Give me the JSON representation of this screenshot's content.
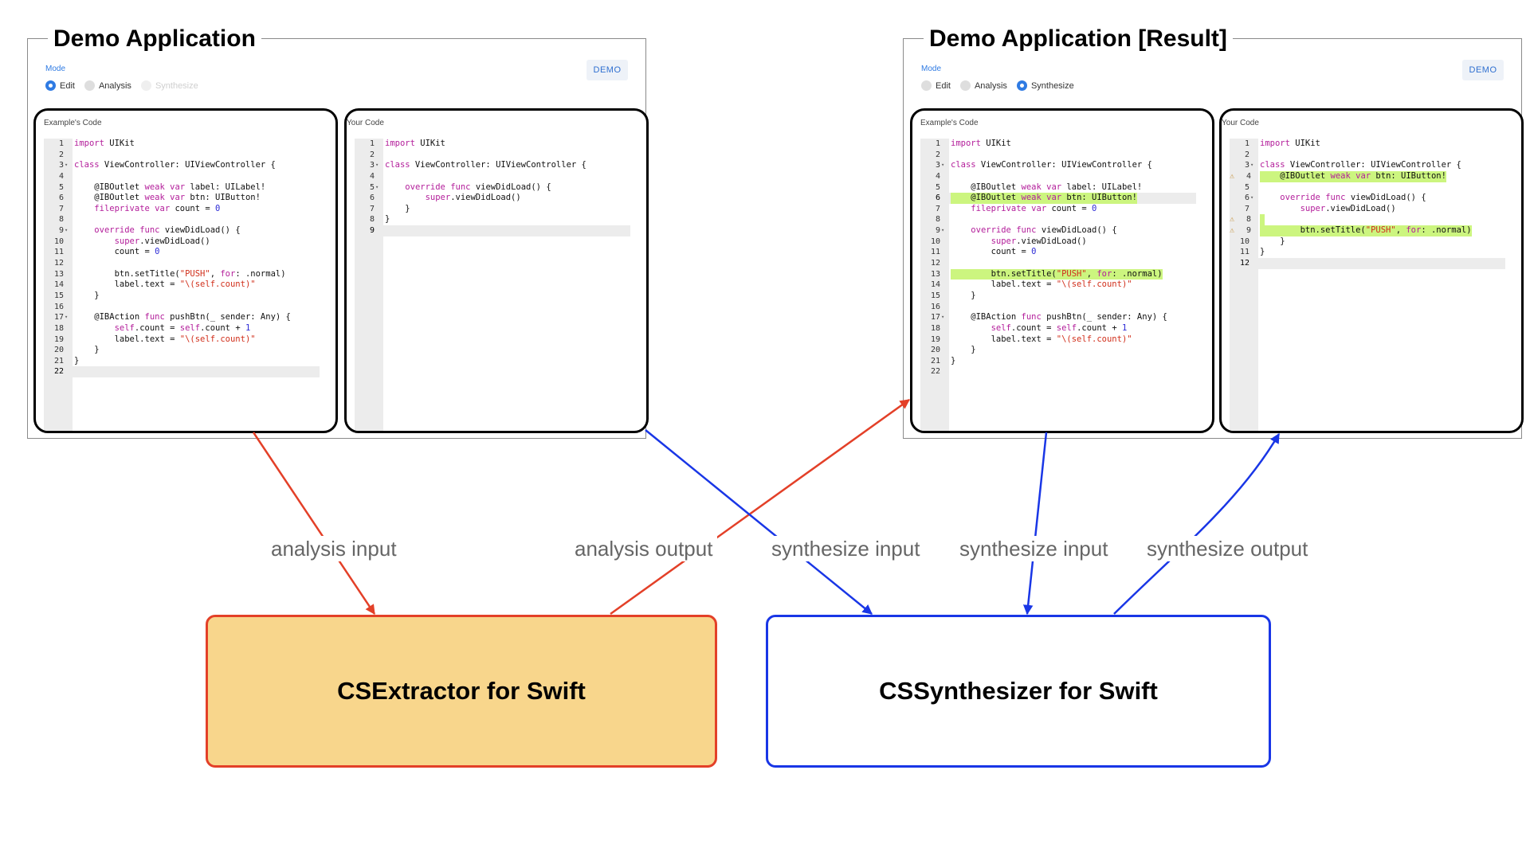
{
  "left_panel": {
    "title": "Demo Application",
    "mode_label": "Mode",
    "radios": [
      {
        "label": "Edit",
        "state": "selected"
      },
      {
        "label": "Analysis",
        "state": "normal"
      },
      {
        "label": "Synthesize",
        "state": "disabled"
      }
    ],
    "demo_button": "DEMO",
    "editor1": {
      "label": "Example's Code",
      "lines": [
        {
          "n": "1",
          "fold": "",
          "text": "import UIKit"
        },
        {
          "n": "2",
          "fold": "",
          "text": ""
        },
        {
          "n": "3",
          "fold": "-",
          "text": "class ViewController: UIViewController {"
        },
        {
          "n": "4",
          "fold": "",
          "text": ""
        },
        {
          "n": "5",
          "fold": "",
          "text": "    @IBOutlet weak var label: UILabel!"
        },
        {
          "n": "6",
          "fold": "",
          "text": "    @IBOutlet weak var btn: UIButton!"
        },
        {
          "n": "7",
          "fold": "",
          "text": "    fileprivate var count = 0"
        },
        {
          "n": "8",
          "fold": "",
          "text": ""
        },
        {
          "n": "9",
          "fold": "-",
          "text": "    override func viewDidLoad() {"
        },
        {
          "n": "10",
          "fold": "",
          "text": "        super.viewDidLoad()"
        },
        {
          "n": "11",
          "fold": "",
          "text": "        count = 0"
        },
        {
          "n": "12",
          "fold": "",
          "text": ""
        },
        {
          "n": "13",
          "fold": "",
          "text": "        btn.setTitle(\"PUSH\", for: .normal)"
        },
        {
          "n": "14",
          "fold": "",
          "text": "        label.text = \"\\(self.count)\""
        },
        {
          "n": "15",
          "fold": "",
          "text": "    }"
        },
        {
          "n": "16",
          "fold": "",
          "text": ""
        },
        {
          "n": "17",
          "fold": "-",
          "text": "    @IBAction func pushBtn(_ sender: Any) {"
        },
        {
          "n": "18",
          "fold": "",
          "text": "        self.count = self.count + 1"
        },
        {
          "n": "19",
          "fold": "",
          "text": "        label.text = \"\\(self.count)\""
        },
        {
          "n": "20",
          "fold": "",
          "text": "    }"
        },
        {
          "n": "21",
          "fold": "",
          "text": "}"
        },
        {
          "n": "22",
          "fold": "",
          "text": "",
          "current": true
        }
      ]
    },
    "editor2": {
      "label": "Your Code",
      "lines": [
        {
          "n": "1",
          "fold": "",
          "text": "import UIKit"
        },
        {
          "n": "2",
          "fold": "",
          "text": ""
        },
        {
          "n": "3",
          "fold": "-",
          "text": "class ViewController: UIViewController {"
        },
        {
          "n": "4",
          "fold": "",
          "text": ""
        },
        {
          "n": "5",
          "fold": "-",
          "text": "    override func viewDidLoad() {"
        },
        {
          "n": "6",
          "fold": "",
          "text": "        super.viewDidLoad()"
        },
        {
          "n": "7",
          "fold": "",
          "text": "    }"
        },
        {
          "n": "8",
          "fold": "",
          "text": "}"
        },
        {
          "n": "9",
          "fold": "",
          "text": "",
          "current": true
        }
      ]
    }
  },
  "right_panel": {
    "title": "Demo Application [Result]",
    "mode_label": "Mode",
    "radios": [
      {
        "label": "Edit",
        "state": "normal"
      },
      {
        "label": "Analysis",
        "state": "normal"
      },
      {
        "label": "Synthesize",
        "state": "selected"
      }
    ],
    "demo_button": "DEMO",
    "editor1": {
      "label": "Example's Code",
      "lines": [
        {
          "n": "1",
          "fold": "",
          "text": "import UIKit"
        },
        {
          "n": "2",
          "fold": "",
          "text": ""
        },
        {
          "n": "3",
          "fold": "-",
          "text": "class ViewController: UIViewController {"
        },
        {
          "n": "4",
          "fold": "",
          "text": ""
        },
        {
          "n": "5",
          "fold": "",
          "text": "    @IBOutlet weak var label: UILabel!"
        },
        {
          "n": "6",
          "fold": "",
          "text": "    @IBOutlet weak var btn: UIButton!",
          "highlight": true,
          "current": true
        },
        {
          "n": "7",
          "fold": "",
          "text": "    fileprivate var count = 0"
        },
        {
          "n": "8",
          "fold": "",
          "text": ""
        },
        {
          "n": "9",
          "fold": "-",
          "text": "    override func viewDidLoad() {"
        },
        {
          "n": "10",
          "fold": "",
          "text": "        super.viewDidLoad()"
        },
        {
          "n": "11",
          "fold": "",
          "text": "        count = 0"
        },
        {
          "n": "12",
          "fold": "",
          "text": ""
        },
        {
          "n": "13",
          "fold": "",
          "text": "        btn.setTitle(\"PUSH\", for: .normal)",
          "highlight": true
        },
        {
          "n": "14",
          "fold": "",
          "text": "        label.text = \"\\(self.count)\""
        },
        {
          "n": "15",
          "fold": "",
          "text": "    }"
        },
        {
          "n": "16",
          "fold": "",
          "text": ""
        },
        {
          "n": "17",
          "fold": "-",
          "text": "    @IBAction func pushBtn(_ sender: Any) {"
        },
        {
          "n": "18",
          "fold": "",
          "text": "        self.count = self.count + 1"
        },
        {
          "n": "19",
          "fold": "",
          "text": "        label.text = \"\\(self.count)\""
        },
        {
          "n": "20",
          "fold": "",
          "text": "    }"
        },
        {
          "n": "21",
          "fold": "",
          "text": "}"
        },
        {
          "n": "22",
          "fold": "",
          "text": ""
        }
      ]
    },
    "editor2": {
      "label": "Your Code",
      "lines": [
        {
          "n": "1",
          "fold": "",
          "text": "import UIKit"
        },
        {
          "n": "2",
          "fold": "",
          "text": ""
        },
        {
          "n": "3",
          "fold": "-",
          "text": "class ViewController: UIViewController {"
        },
        {
          "n": "4",
          "fold": "",
          "text": "    @IBOutlet weak var btn: UIButton!",
          "highlight": true,
          "warn": true
        },
        {
          "n": "5",
          "fold": "",
          "text": ""
        },
        {
          "n": "6",
          "fold": "-",
          "text": "    override func viewDidLoad() {"
        },
        {
          "n": "7",
          "fold": "",
          "text": "        super.viewDidLoad()"
        },
        {
          "n": "8",
          "fold": "",
          "text": "",
          "highlight": true,
          "warn": true
        },
        {
          "n": "9",
          "fold": "",
          "text": "        btn.setTitle(\"PUSH\", for: .normal)",
          "highlight": true,
          "warn": true
        },
        {
          "n": "10",
          "fold": "",
          "text": "    }"
        },
        {
          "n": "11",
          "fold": "",
          "text": "}"
        },
        {
          "n": "12",
          "fold": "",
          "text": "",
          "current": true
        }
      ]
    }
  },
  "boxes": {
    "extractor": "CSExtractor for Swift",
    "synthesizer": "CSSynthesizer for Swift"
  },
  "arrow_labels": {
    "analysis_input": "analysis input",
    "analysis_output": "analysis output",
    "synthesize_input_1": "synthesize input",
    "synthesize_input_2": "synthesize input",
    "synthesize_output": "synthesize output"
  },
  "colors": {
    "extractor_fill": "#f8d68c",
    "extractor_stroke": "#e34028",
    "synthesizer_stroke": "#1936e6",
    "highlight": "#ccf57f",
    "radio_accent": "#2f7be3"
  }
}
